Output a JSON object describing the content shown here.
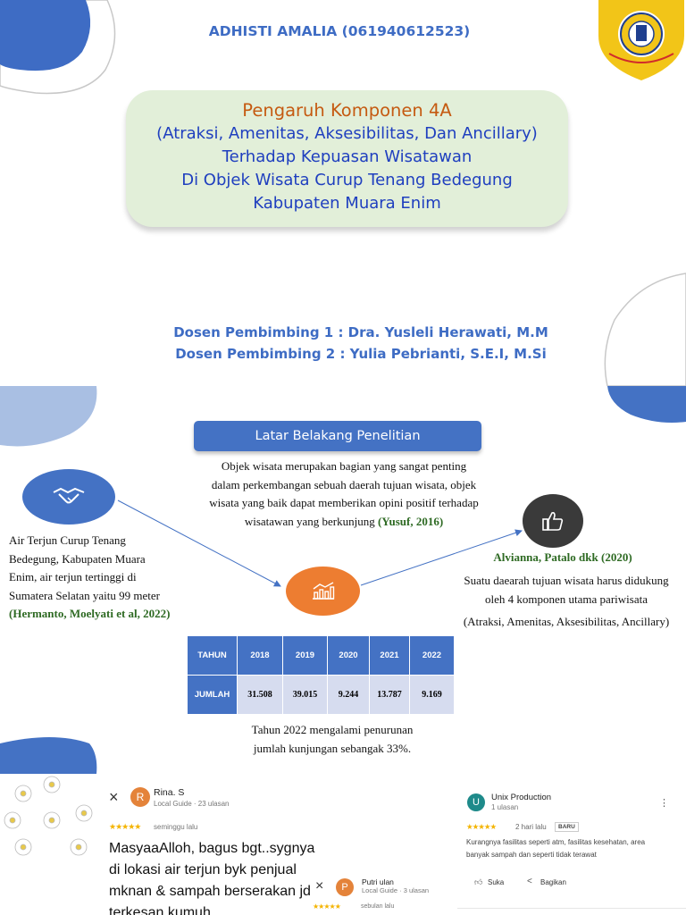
{
  "slide1": {
    "author": "ADHISTI AMALIA (061940612523)",
    "title_lines": [
      "Pengaruh Komponen 4A",
      "(Atraksi, Amenitas, Aksesibilitas, Dan Ancillary)",
      "Terhadap Kepuasan Wisatawan",
      "Di Objek Wisata Curup Tenang Bedegung",
      "Kabupaten Muara Enim"
    ],
    "dosen1": "Dosen Pembimbing 1 : Dra. Yusleli Herawati, M.M",
    "dosen2": "Dosen Pembimbing 2 : Yulia Pebrianti, S.E.I, M.Si",
    "logo_icon": "university-shield-logo",
    "colors": {
      "accent_blue": "#4472c4",
      "title_box": "#e2efd9",
      "title_orange": "#c55a11"
    }
  },
  "slide2": {
    "banner": "Latar Belakang Penelitian",
    "intro_lines": [
      "Objek wisata merupakan bagian yang sangat penting",
      "dalam perkembangan sebuah daerah tujuan wisata, objek",
      "wisata yang baik dapat memberikan opini positif terhadap",
      "wisatawan yang berkunjung"
    ],
    "intro_cite": "(Yusuf, 2016)",
    "left_lines": [
      "Air Terjun Curup Tenang",
      "Bedegung, Kabupaten Muara",
      "Enim, air terjun tertinggi di",
      "Sumatera Selatan yaitu 99 meter"
    ],
    "left_cite": "(Hermanto, Moelyati et al, 2022)",
    "right_cite": "Alvianna, Patalo dkk (2020)",
    "right_lines": [
      "Suatu daearah tujuan wisata harus didukung",
      "oleh 4 komponen utama pariwisata"
    ],
    "right_components": "(Atraksi, Amenitas, Aksesibilitas, Ancillary)",
    "icons": [
      "handshake-icon",
      "growth-chart-icon",
      "thumbs-up-icon"
    ],
    "table": {
      "header": [
        "TAHUN",
        "2018",
        "2019",
        "2020",
        "2021",
        "2022"
      ],
      "row": [
        "JUMLAH",
        "31.508",
        "39.015",
        "9.244",
        "13.787",
        "9.169"
      ]
    },
    "note_lines": [
      "Tahun 2022 mengalami penurunan",
      "jumlah kunjungan sebangak 33%."
    ]
  },
  "slide3": {
    "review1": {
      "avatar_letter": "R",
      "name": "Rina. S",
      "meta": "Local Guide · 23 ulasan",
      "stars": "★★★★★",
      "time": "seminggu lalu",
      "text_lines": [
        "MasyaaAlloh, bagus bgt..sygnya",
        "di lokasi air terjun byk penjual",
        "mknan & sampah berserakan jd",
        "terkesan kumuh.."
      ]
    },
    "review2": {
      "avatar_letter": "P",
      "name": "Putri ulan",
      "meta": "Local Guide · 3 ulasan",
      "stars": "★★★★★",
      "time": "sebulan lalu"
    },
    "review3": {
      "avatar_letter": "U",
      "name": "Unix Production",
      "meta": "1 ulasan",
      "stars": "★★★★★",
      "time": "2 hari lalu",
      "badge": "BARU",
      "text_lines": [
        "Kurangnya fasilitas seperti atm, fasilitas kesehatan, area",
        "banyak sampah dan seperti tidak terawat"
      ],
      "like": "Suka",
      "share": "Bagikan"
    },
    "close_glyph": "×",
    "more_glyph": "⋮"
  }
}
